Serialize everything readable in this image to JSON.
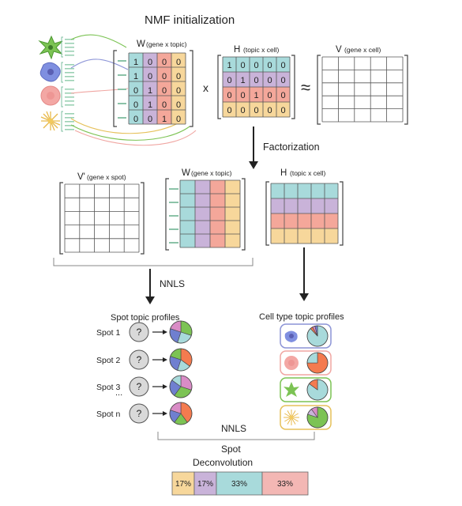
{
  "title": "NMF initialization",
  "matrices": {
    "w_top": {
      "label": "W",
      "sub": "(gene x topic)"
    },
    "h_top": {
      "label": "H",
      "sub": "(topic x cell)"
    },
    "v_top": {
      "label": "V",
      "sub": "(gene x cell)"
    },
    "v_prime": {
      "label": "V'",
      "sub": "(gene x spot)"
    },
    "w_mid": {
      "label": "W",
      "sub": "(gene x topic)"
    },
    "h_mid": {
      "label": "H",
      "sub": "(topic x cell)"
    }
  },
  "w_values": [
    [
      1,
      0,
      0,
      0
    ],
    [
      1,
      0,
      0,
      0
    ],
    [
      0,
      1,
      0,
      0
    ],
    [
      0,
      1,
      0,
      0
    ],
    [
      0,
      0,
      1,
      0
    ]
  ],
  "h_values": [
    [
      1,
      0,
      0,
      0,
      0
    ],
    [
      0,
      1,
      0,
      0,
      0
    ],
    [
      0,
      0,
      1,
      0,
      0
    ],
    [
      0,
      0,
      0,
      0,
      0
    ]
  ],
  "operators": {
    "times": "x",
    "approx": "≈"
  },
  "steps": {
    "factorization": "Factorization",
    "nnls_1": "NNLS",
    "nnls_2": "NNLS"
  },
  "spot_section": {
    "title": "Spot topic profiles",
    "spots": [
      "Spot 1",
      "Spot 2",
      "Spot 3",
      "Spot n"
    ],
    "ellipsis": "...",
    "unknown": "?"
  },
  "cell_section": {
    "title": "Cell type topic profiles"
  },
  "deconvolution": {
    "title_line1": "Spot",
    "title_line2": "Deconvolution",
    "parts": [
      {
        "label": "17%",
        "color": "#f7d79b"
      },
      {
        "label": "17%",
        "color": "#c9b3d9"
      },
      {
        "label": "33%",
        "color": "#a8dadb"
      },
      {
        "label": "33%",
        "color": "#f3b7b4"
      }
    ]
  },
  "colors": {
    "teal": "#a8dadb",
    "purple": "#c9b3d9",
    "red": "#f4a79a",
    "yellow": "#f7d79b",
    "green": "#7cc354",
    "orange": "#f47b4f",
    "pink": "#d98cc6",
    "blue": "#6f7fd0"
  },
  "icons": [
    "green-star-cell-icon",
    "blue-blob-cell-icon",
    "red-round-cell-icon",
    "yellow-spiky-cell-icon"
  ]
}
